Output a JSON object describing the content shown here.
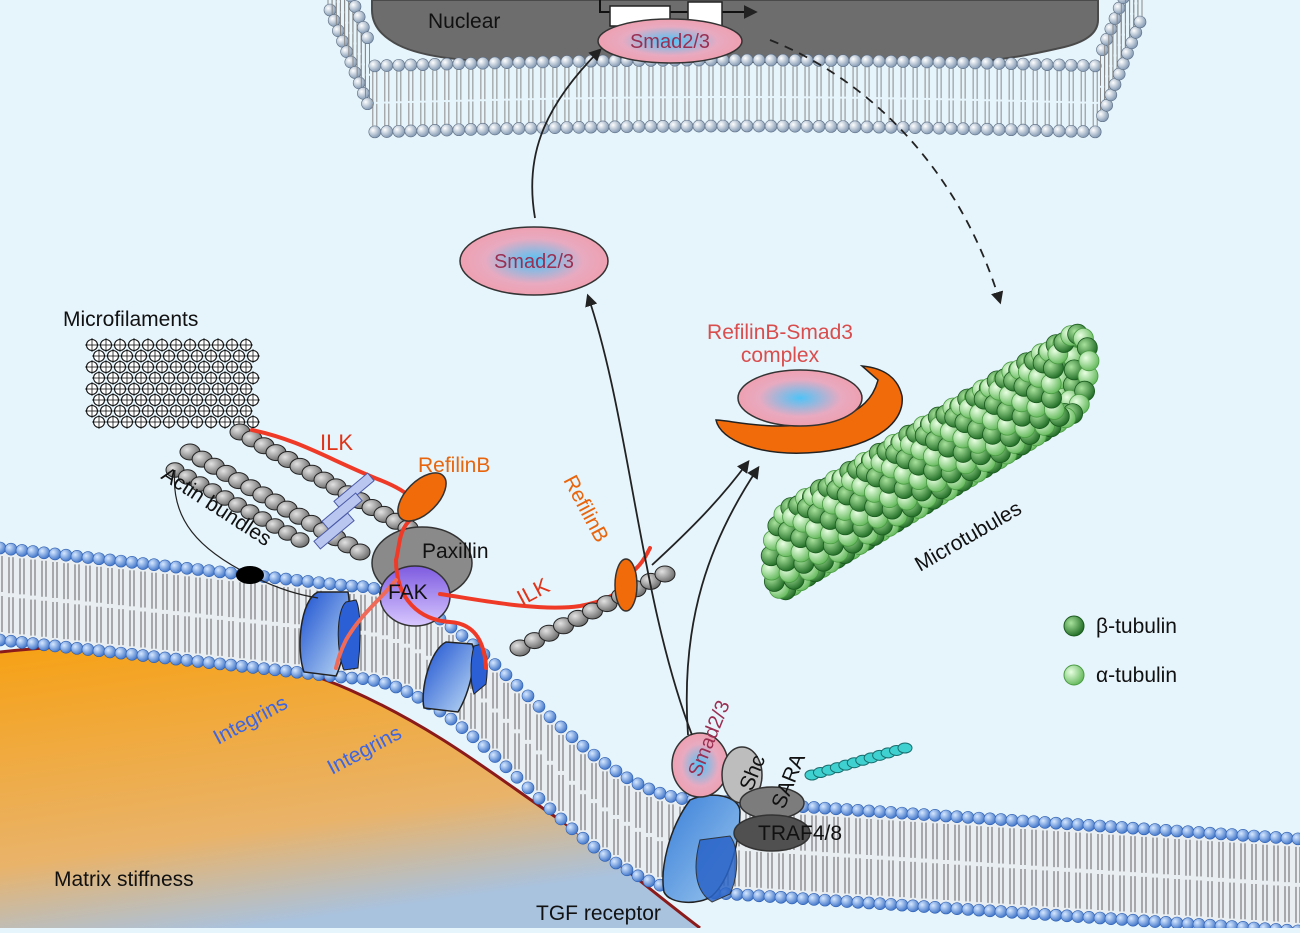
{
  "labels": {
    "nuclear": "Nuclear",
    "smad_nucleus": "Smad2/3",
    "smad_cytoplasm": "Smad2/3",
    "smad_receptor": "Smad2/3",
    "microfilaments": "Microfilaments",
    "actin_bundles": "Actin bundles",
    "ilk_top": "ILK",
    "ilk_mid": "ILK",
    "refilinb_top": "RefilinB",
    "refilinb_mid": "RefilinB",
    "paxillin": "Paxillin",
    "fak": "FAK",
    "integrins_1": "Integrins",
    "integrins_2": "Integrins",
    "complex_line1": "RefilinB-Smad3",
    "complex_line2": "complex",
    "microtubules": "Microtubules",
    "shc": "Shc",
    "sara": "SARA",
    "traf": "TRAF4/8",
    "tgf_receptor": "TGF receptor",
    "matrix_stiffness": "Matrix stiffness"
  },
  "legend": [
    {
      "label": "β-tubulin",
      "color": "#2f7d32"
    },
    {
      "label": "α-tubulin",
      "color": "#8fd98a"
    }
  ],
  "colors": {
    "background": "#e6f4fb",
    "matrix": "#f5a320",
    "membrane_head": "#5b8fd8",
    "refilin": "#f26b0a",
    "ilk": "#ef4a2a",
    "integrin": "#3a7fd9",
    "smad_fill": "#f4a5b1"
  }
}
